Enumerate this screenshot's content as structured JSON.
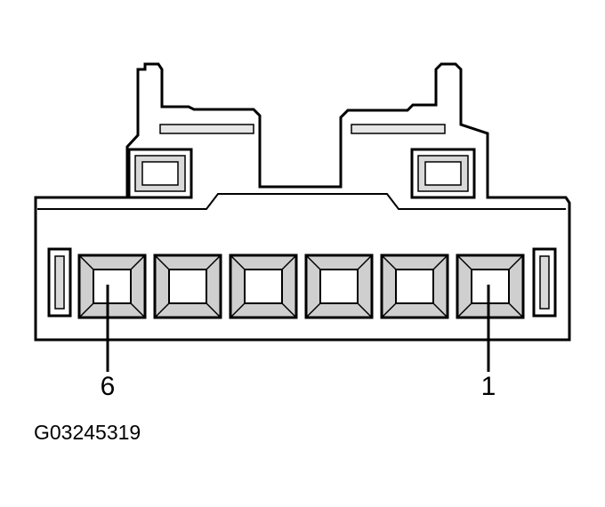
{
  "connector": {
    "pin_labels": [
      "6",
      "1"
    ],
    "figure_id": "G03245319",
    "pin_count": 6
  },
  "colors": {
    "outline": "#000000",
    "fill": "#ffffff",
    "shade": "#cfcfcf"
  }
}
